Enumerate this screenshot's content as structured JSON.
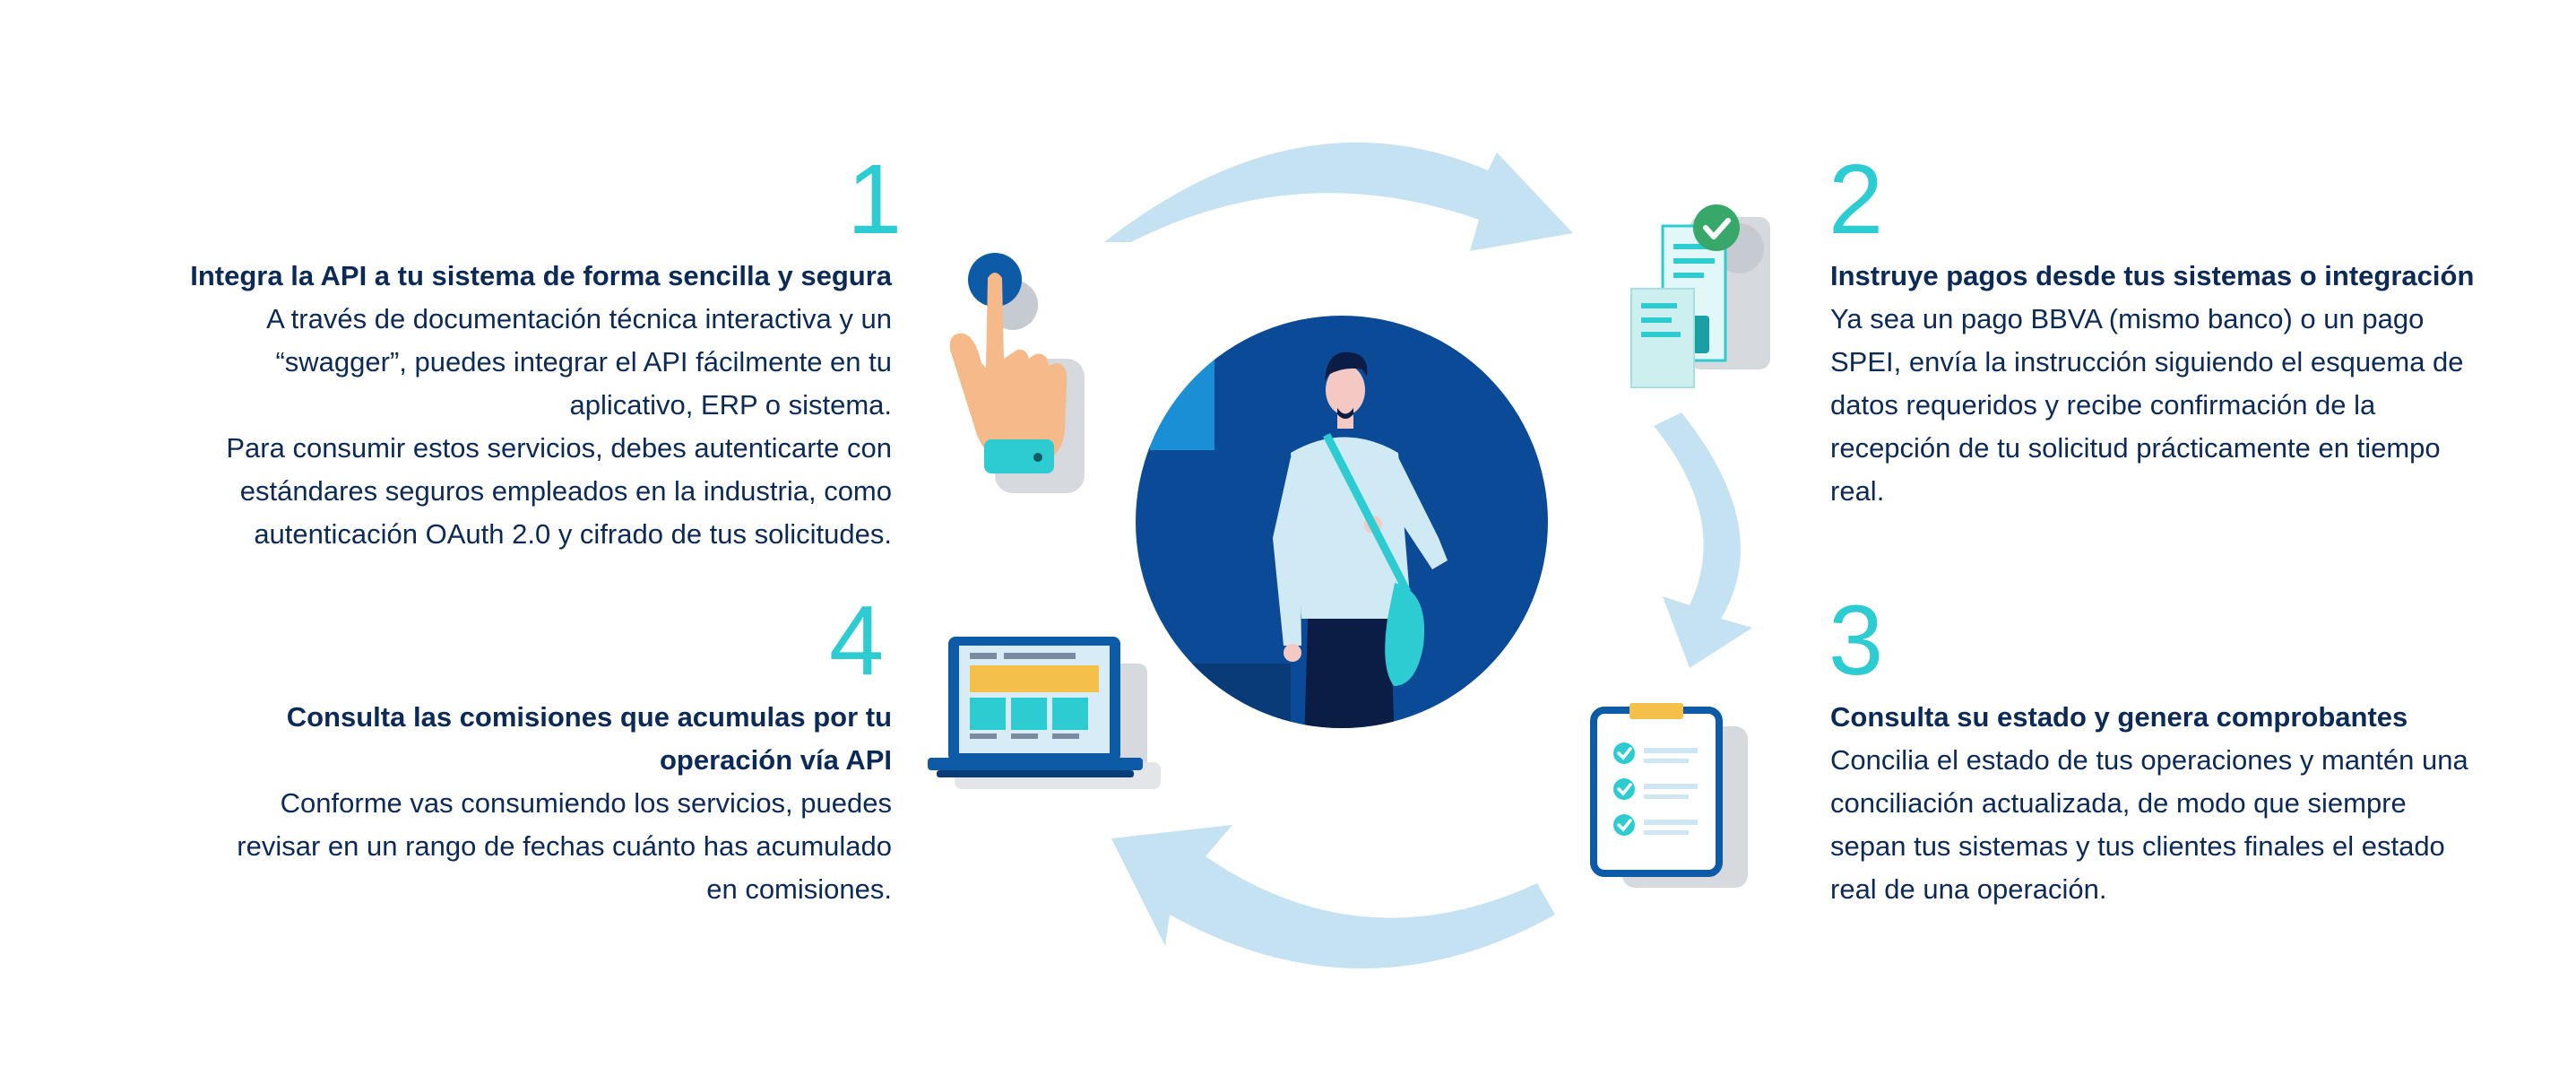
{
  "colors": {
    "number": "#2dccd3",
    "text": "#0c2a57",
    "arrow": "#c5e2f2",
    "circle": "#0a4a96",
    "circle_window": "#1a8fd6"
  },
  "steps": [
    {
      "number": "1",
      "title": "Integra la API a tu sistema de forma sencilla y segura",
      "body_lines": [
        "A través de documentación técnica interactiva y un",
        "“swagger”, puedes integrar el API fácilmente en tu",
        "aplicativo, ERP o sistema.",
        "Para consumir estos servicios, debes autenticarte con",
        "estándares seguros empleados en la industria, como",
        "autenticación OAuth 2.0 y cifrado de tus solicitudes."
      ],
      "icon": "hand-touch-icon"
    },
    {
      "number": "2",
      "title": "Instruye pagos desde tus sistemas o integración",
      "body_lines": [
        "Ya sea un pago BBVA (mismo banco) o un pago",
        "SPEI, envía la instrucción siguiendo el esquema de",
        "datos requeridos y recibe confirmación de la",
        "recepción de tu solicitud prácticamente en tiempo",
        "real."
      ],
      "icon": "receipt-check-icon"
    },
    {
      "number": "3",
      "title": "Consulta su estado y genera comprobantes",
      "body_lines": [
        "Concilia el estado de tus operaciones y mantén una",
        "conciliación actualizada, de modo que siempre",
        "sepan tus sistemas y tus clientes finales el estado",
        "real de una operación."
      ],
      "icon": "clipboard-checklist-icon"
    },
    {
      "number": "4",
      "title_lines": [
        "Consulta las comisiones que acumulas por tu",
        "operación vía API"
      ],
      "body_lines": [
        "Conforme vas consumiendo los servicios, puedes",
        "revisar en un rango de fechas cuánto has acumulado",
        "en comisiones."
      ],
      "icon": "laptop-dashboard-icon"
    }
  ],
  "center": {
    "icon": "person-with-bag-icon"
  }
}
